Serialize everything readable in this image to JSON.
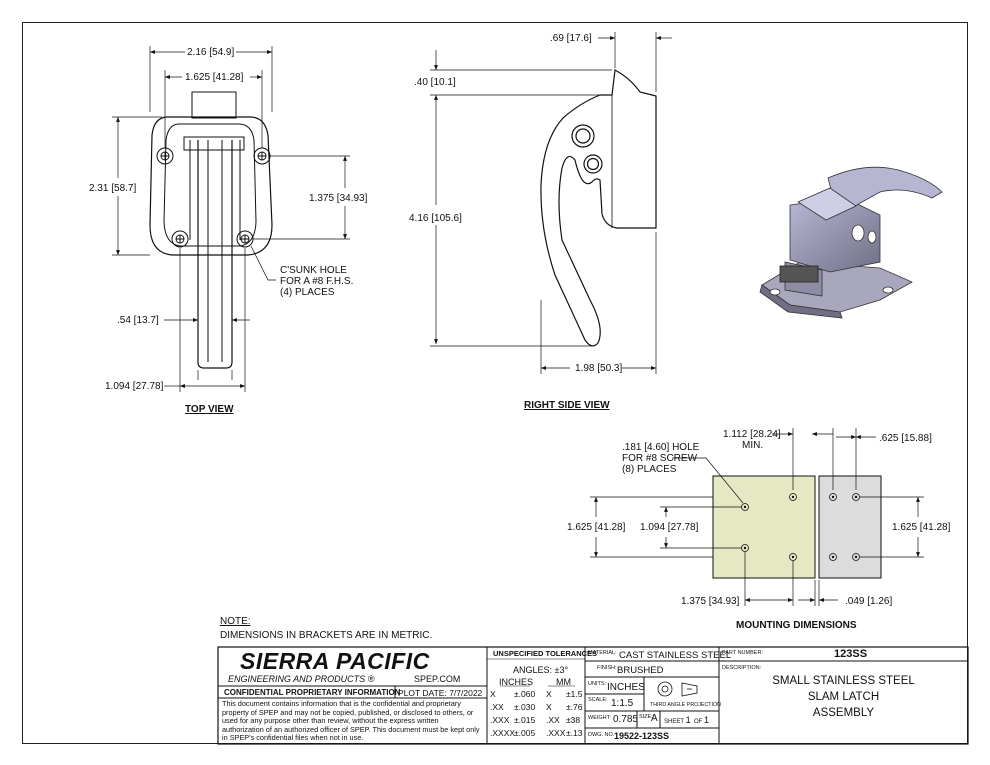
{
  "views": {
    "top_view": {
      "title": "TOP VIEW",
      "dims": {
        "overall_width": "2.16",
        "overall_width_mm": "54.9",
        "hole_spacing_top": "1.625",
        "hole_spacing_top_mm": "41.28",
        "overall_height": "2.31",
        "overall_height_mm": "58.7",
        "hole_spacing_vert": "1.375",
        "hole_spacing_vert_mm": "34.93",
        "handle_width": ".54",
        "handle_width_mm": "13.7",
        "lower_hole_spacing": "1.094",
        "lower_hole_spacing_mm": "27.78"
      },
      "callout_line1": "C'SUNK HOLE",
      "callout_line2": "FOR A #8 F.H.S.",
      "callout_line3": "(4) PLACES"
    },
    "right_side_view": {
      "title": "RIGHT SIDE VIEW",
      "dims": {
        "top_depth": ".69",
        "top_depth_mm": "17.6",
        "lip": ".40",
        "lip_mm": "10.1",
        "height": "4.16",
        "height_mm": "105.6",
        "handle_reach": "1.98",
        "handle_reach_mm": "50.3"
      }
    },
    "mounting": {
      "title": "MOUNTING DIMENSIONS",
      "hole_note_line1": ".181",
      "hole_note_line1_mm": "4.60",
      "hole_note_line1_suffix": "HOLE",
      "hole_note_line2": "FOR #8 SCREW",
      "hole_note_line3": "(8) PLACES",
      "dims": {
        "min_spacing": "1.112",
        "min_spacing_mm": "28.24",
        "min_label": "MIN.",
        "right_offset": ".625",
        "right_offset_mm": "15.88",
        "left_height": "1.625",
        "left_height_mm": "41.28",
        "inner_height": "1.094",
        "inner_height_mm": "27.78",
        "right_height": "1.625",
        "right_height_mm": "41.28",
        "bottom_spacing": "1.375",
        "bottom_spacing_mm": "34.93",
        "gap": ".049",
        "gap_mm": "1.26"
      },
      "colors": {
        "left_plate": "#e6e8c4",
        "right_plate": "#dcdcdc"
      }
    }
  },
  "note": {
    "title": "NOTE:",
    "text": "DIMENSIONS IN BRACKETS ARE IN METRIC."
  },
  "title_block": {
    "company": "SIERRA PACIFIC",
    "company_sub": "ENGINEERING AND PRODUCTS",
    "registered_mark": "®",
    "website": "SPEP.COM",
    "confidential_label": "CONFIDENTIAL PROPRIETARY INFORMATION",
    "plot_date_label": "PLOT DATE:",
    "plot_date": "7/7/2022",
    "disclaimer": "This document contains information that is the confidential and proprietary property of SPEP and may not be copied, published, or disclosed to others, or used for any purpose other than review, without the express written authorization of an authorized officer of SPEP. This document must be kept only in SPEP's confidential files when not in use.",
    "tolerances": {
      "header": "UNSPECIFIED TOLERANCES",
      "angles": "ANGLES: ±3°",
      "inches_label": "INCHES",
      "mm_label": "MM",
      "rows": [
        {
          "in_place": "X",
          "in_tol": "±.060",
          "mm_place": "X",
          "mm_tol": "±1.5"
        },
        {
          "in_place": ".XX",
          "in_tol": "±.030",
          "mm_place": "X",
          "mm_tol": "±.76"
        },
        {
          "in_place": ".XXX",
          "in_tol": "±.015",
          "mm_place": ".XX",
          "mm_tol": "±38"
        },
        {
          "in_place": ".XXXX",
          "in_tol": "±.005",
          "mm_place": ".XXX",
          "mm_tol": "±.13"
        }
      ]
    },
    "material_label": "MATERIAL:",
    "material": "CAST STAINLESS STEEL",
    "finish_label": "FINISH:",
    "finish": "BRUSHED",
    "units_label": "UNITS:",
    "units": "INCHES",
    "projection": "THIRD ANGLE PROJECTION",
    "scale_label": "SCALE:",
    "scale": "1:1.5",
    "weight_label": "WEIGHT:",
    "weight": "0.785",
    "size_label": "SIZE:",
    "size": "A",
    "sheet_label": "SHEET",
    "sheet": "1",
    "of_label": "OF",
    "sheet_total": "1",
    "dwg_no_label": "DWG. NO.",
    "dwg_no": "19522-123SS",
    "part_number_label": "PART NUMBER:",
    "part_number": "123SS",
    "description_label": "DESCRIPTION:",
    "description_line1": "SMALL STAINLESS STEEL",
    "description_line2": "SLAM LATCH",
    "description_line3": "ASSEMBLY"
  }
}
